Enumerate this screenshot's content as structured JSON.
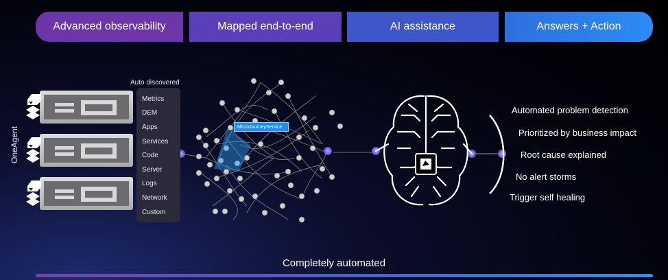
{
  "banners": [
    "Advanced observability",
    "Mapped end-to-end",
    "AI assistance",
    "Answers + Action"
  ],
  "agent_label": "OneAgent",
  "discovery": {
    "title": "Auto discovered",
    "items": [
      "Metrics",
      "DEM",
      "Apps",
      "Services",
      "Code",
      "Server",
      "Logs",
      "Network",
      "Custom"
    ]
  },
  "topology": {
    "tooltip": "MicroJourneyService"
  },
  "outcomes": [
    "Automated problem detection",
    "Prioritized by business impact",
    "Root cause explained",
    "No alert storms",
    "Trigger self healing"
  ],
  "footer": "Completely automated",
  "colors": {
    "connector": "#7b6cff",
    "banner_purple": "#6d36a8",
    "banner_blue": "#2e8bf3"
  }
}
